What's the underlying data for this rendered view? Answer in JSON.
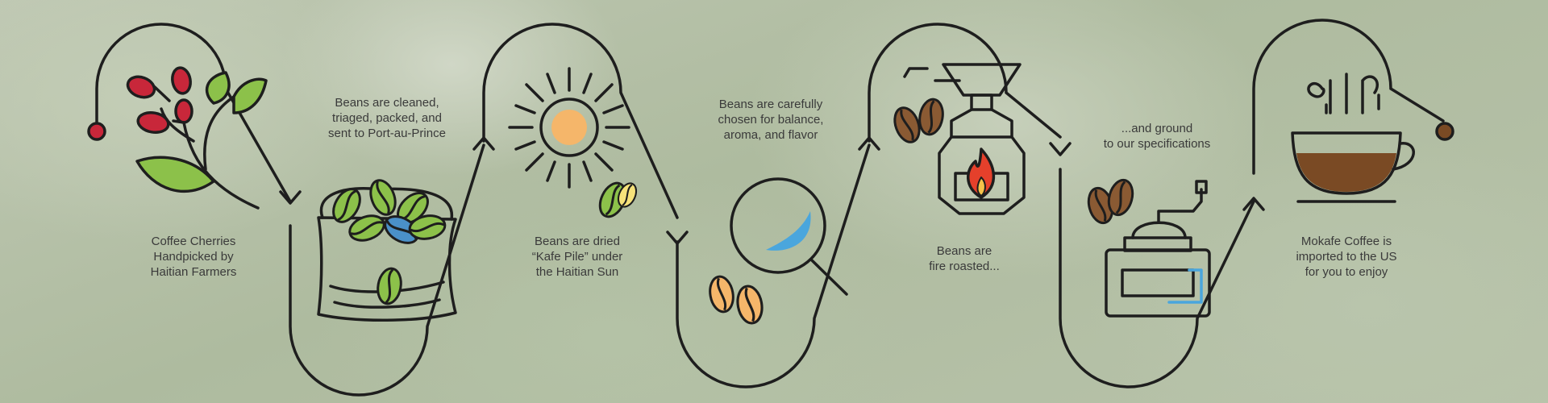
{
  "steps": [
    {
      "caption": "Coffee Cherries\nHandpicked by\nHaitian Farmers",
      "icon": "coffee-branch-icon"
    },
    {
      "caption": "Beans are cleaned,\ntriaged, packed, and\nsent to Port-au-Prince",
      "icon": "bean-sack-icon"
    },
    {
      "caption": "Beans are dried\n“Kafe Pile” under\nthe Haitian Sun",
      "icon": "sun-icon"
    },
    {
      "caption": "Beans are carefully\nchosen for balance,\naroma, and flavor",
      "icon": "magnifier-icon"
    },
    {
      "caption": "Beans are\nfire roasted...",
      "icon": "roaster-icon"
    },
    {
      "caption": "...and ground\nto our specifications",
      "icon": "grinder-icon"
    },
    {
      "caption": "Mokafe Coffee is\nimported to the US\nfor you to enjoy",
      "icon": "coffee-cup-icon"
    }
  ],
  "colors": {
    "line": "#1e1e1e",
    "cherry": "#c8273a",
    "leaf": "#8cc14a",
    "sun": "#f5b66a",
    "blue": "#4aa6dd",
    "fire": "#e5402b",
    "flame_yellow": "#f6c24a",
    "coffee": "#7a4a24",
    "bean_brown": "#8a5a33",
    "bean_green": "#8cc14a"
  }
}
